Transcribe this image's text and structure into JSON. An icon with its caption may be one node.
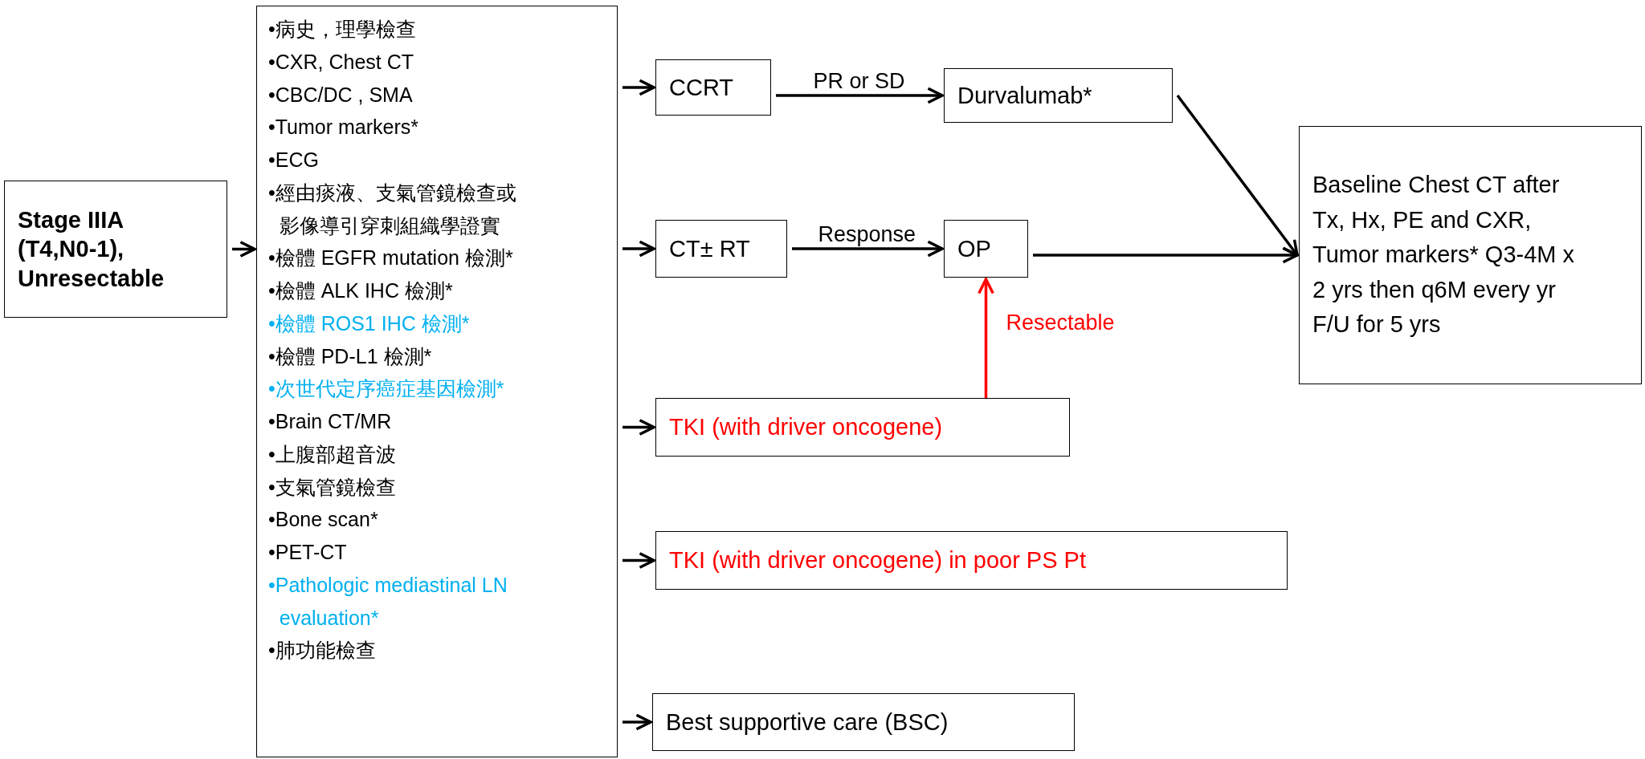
{
  "diagram": {
    "nodes": [
      {
        "text": [
          "Stage IIIA (T4,N0-1), Unresectable"
        ]
      },
      {
        "text": [
          "•病史，理學檢查",
          "•CXR, Chest CT",
          "•CBC/DC , SMA",
          "•Tumor markers*",
          "•ECG",
          "•經由痰液、支氣管鏡檢查或影像導引穿刺組織學證實",
          "•檢體 EGFR mutation 檢測*",
          "•檢體 ALK IHC 檢測*",
          "•檢體 ROS1 IHC 檢測*",
          "•檢體 PD-L1 檢測*",
          "•次世代定序癌症基因檢測*",
          "•Brain CT/MR",
          "•上腹部超音波",
          "•支氣管鏡檢查",
          "•Bone scan*",
          "•PET-CT",
          "•Pathologic mediastinal LN evaluation*",
          "•肺功能檢查"
        ]
      },
      {
        "text": [
          "CCRT"
        ]
      },
      {
        "text": [
          "Durvalumab*"
        ]
      },
      {
        "text": [
          "CT± RT"
        ]
      },
      {
        "text": [
          "OP"
        ]
      },
      {
        "text": [
          "TKI (with driver oncogene)"
        ]
      },
      {
        "text": [
          "TKI (with driver oncogene) in poor PS Pt"
        ]
      },
      {
        "text": [
          "Best supportive care (BSC)"
        ]
      },
      {
        "text": [
          "Baseline Chest CT after Tx, Hx, PE and CXR, Tumor markers* Q3-4M x 2 yrs then q6M every yr F/U for 5 yrs"
        ]
      }
    ],
    "edges": [
      {
        "from": 0,
        "to": 1,
        "arrow": "to"
      },
      {
        "from": 1,
        "to": 2,
        "arrow": "to"
      },
      {
        "from": 1,
        "to": 4,
        "arrow": "to"
      },
      {
        "from": 1,
        "to": 6,
        "arrow": "to"
      },
      {
        "from": 1,
        "to": 7,
        "arrow": "to"
      },
      {
        "from": 1,
        "to": 8,
        "arrow": "to"
      },
      {
        "from": 2,
        "to": 3,
        "arrow": "to",
        "label": "PR or SD"
      },
      {
        "from": 4,
        "to": 5,
        "arrow": "to",
        "label": "Response"
      },
      {
        "from": 3,
        "to": 9,
        "arrow": "to"
      },
      {
        "from": 5,
        "to": 9,
        "arrow": "to"
      },
      {
        "from": 6,
        "to": 5,
        "arrow": "to",
        "label": "Resectable",
        "color": "#ff0000"
      }
    ]
  }
}
